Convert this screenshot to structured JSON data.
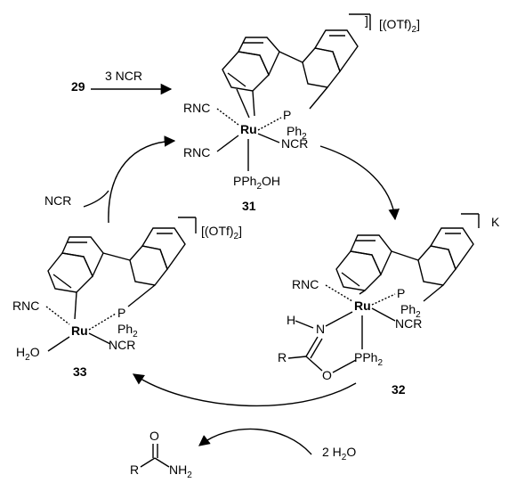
{
  "reaction": {
    "start_compound": "29",
    "reagent_1": "3 NCR",
    "reagent_cycle_in": "NCR",
    "reagent_2": "2 H",
    "reagent_2_sub": "2",
    "reagent_2_tail": "O"
  },
  "compound_31": {
    "id": "31",
    "counterion": "(OTf)",
    "counterion_sub": "2",
    "metal": "Ru",
    "ligand_ph": "Ph",
    "ligand_ph_sub": "2",
    "P": "P",
    "RNC_a": "RNC",
    "RNC_b": "RNC",
    "NCR": "NCR",
    "axial": "PPh",
    "axial_sub": "2",
    "axial_tail": "OH"
  },
  "compound_32": {
    "id": "32",
    "counterion": "K",
    "metal": "Ru",
    "P": "P",
    "ligand_ph": "Ph",
    "ligand_ph_sub": "2",
    "RNC": "RNC",
    "NCR": "NCR",
    "H": "H",
    "N": "N",
    "R": "R",
    "O": "O",
    "pph": "PPh",
    "pph_sub": "2"
  },
  "compound_33": {
    "id": "33",
    "counterion": "(OTf)",
    "counterion_sub": "2",
    "metal": "Ru",
    "P": "P",
    "ligand_ph": "Ph",
    "ligand_ph_sub": "2",
    "RNC": "RNC",
    "H2O": "H",
    "H2O_sub": "2",
    "H2O_tail": "O",
    "NCR": "NCR"
  },
  "product": {
    "R": "R",
    "O": "O",
    "NH": "NH",
    "NH_sub": "2"
  }
}
